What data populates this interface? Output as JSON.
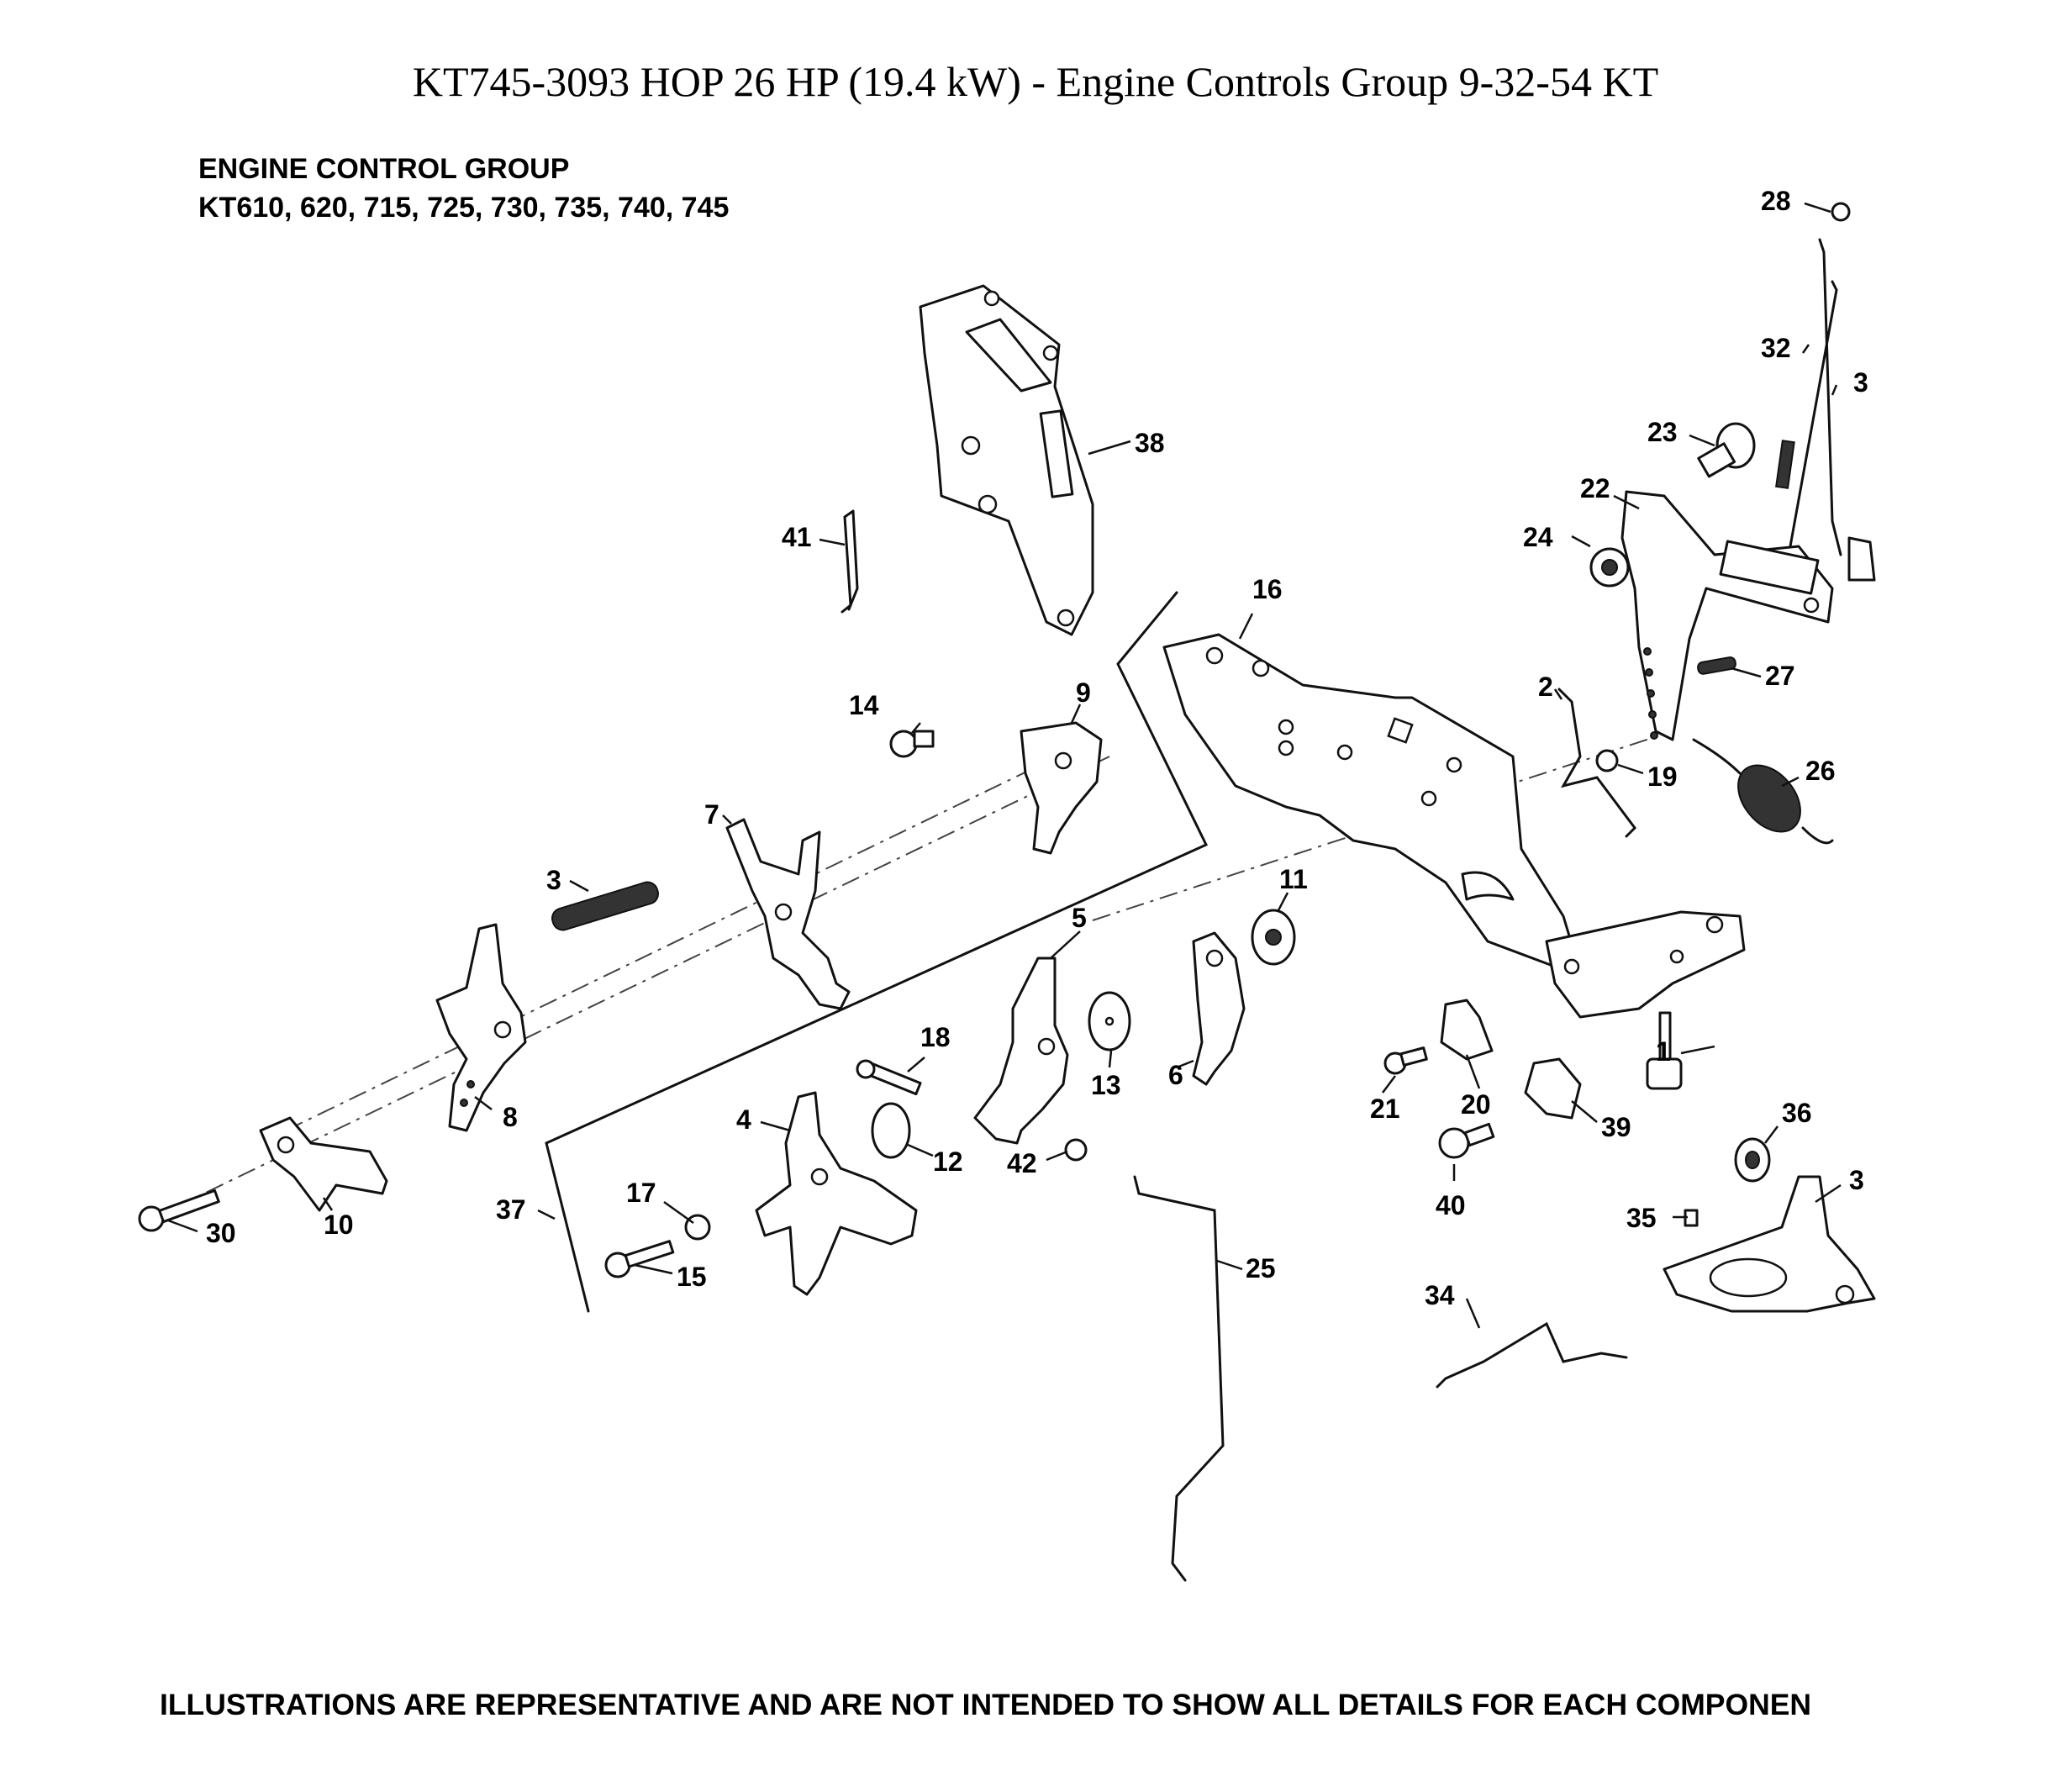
{
  "page_title": "KT745-3093 HOP 26 HP (19.4 kW) - Engine Controls Group 9-32-54 KT",
  "diagram_heading": {
    "line1": "ENGINE CONTROL GROUP",
    "line2": "KT610, 620, 715, 725, 730, 735, 740, 745"
  },
  "callouts": {
    "c1": "1",
    "c2": "2",
    "c3a": "3",
    "c3b": "3",
    "c3c": "3",
    "c4": "4",
    "c5": "5",
    "c6": "6",
    "c7": "7",
    "c8": "8",
    "c9": "9",
    "c10": "10",
    "c11": "11",
    "c12": "12",
    "c13": "13",
    "c14": "14",
    "c15": "15",
    "c16": "16",
    "c17": "17",
    "c18": "18",
    "c19": "19",
    "c20": "20",
    "c21": "21",
    "c22": "22",
    "c23": "23",
    "c24": "24",
    "c25": "25",
    "c26": "26",
    "c27": "27",
    "c28": "28",
    "c30": "30",
    "c32": "32",
    "c34": "34",
    "c35": "35",
    "c36": "36",
    "c37": "37",
    "c38": "38",
    "c39": "39",
    "c40": "40",
    "c41": "41",
    "c42": "42"
  },
  "footer_note": "ILLUSTRATIONS ARE REPRESENTATIVE AND ARE NOT INTENDED TO SHOW ALL DETAILS FOR EACH COMPONEN"
}
